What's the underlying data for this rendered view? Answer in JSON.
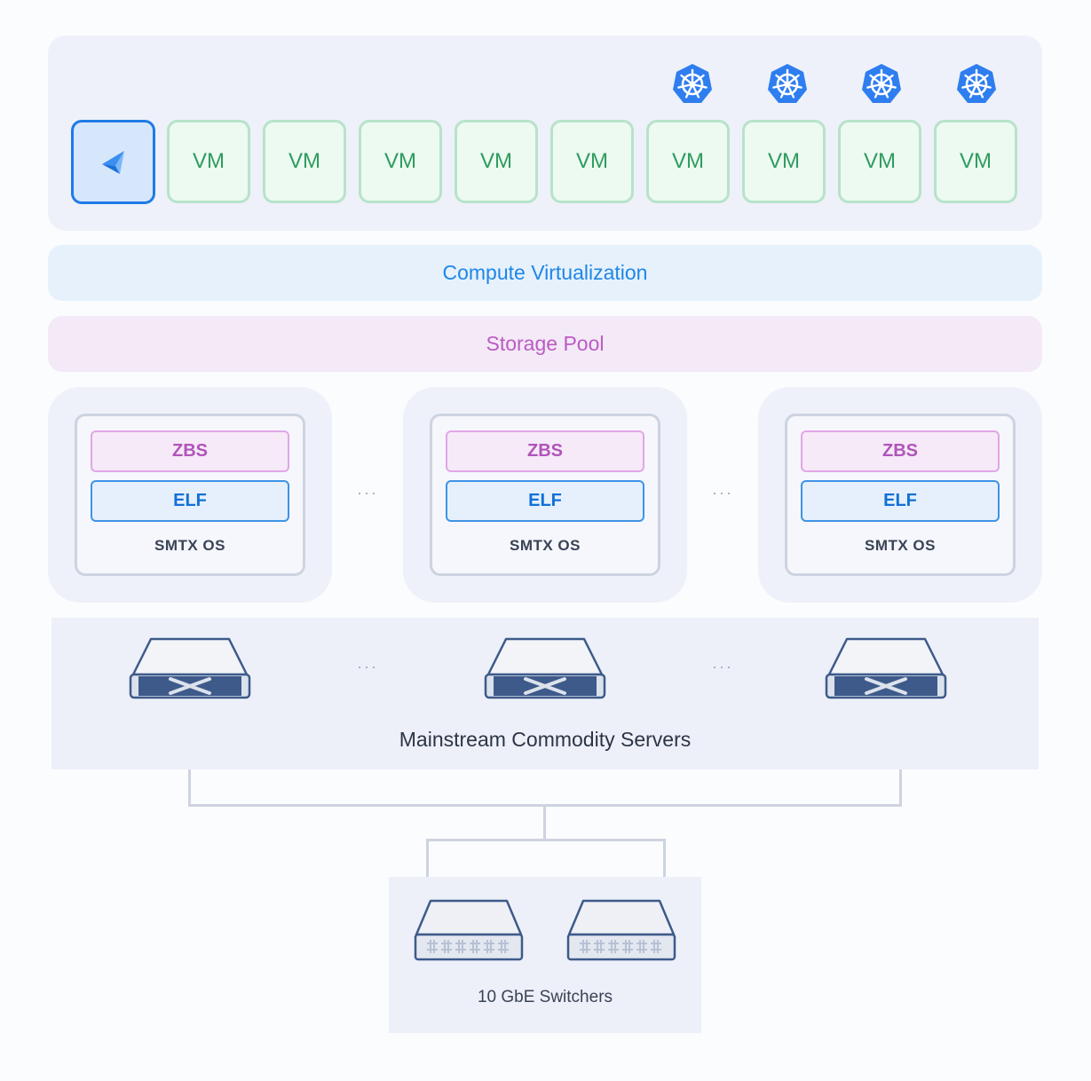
{
  "vm_row": {
    "platform_icon": "cloud-platform-icon",
    "vm_labels": [
      "VM",
      "VM",
      "VM",
      "VM",
      "VM",
      "VM",
      "VM",
      "VM",
      "VM"
    ],
    "kubernetes_icon": "kubernetes-icon"
  },
  "layers": {
    "compute": "Compute Virtualization",
    "storage": "Storage Pool"
  },
  "nodes": [
    {
      "zbs": "ZBS",
      "elf": "ELF",
      "os": "SMTX OS"
    },
    {
      "zbs": "ZBS",
      "elf": "ELF",
      "os": "SMTX OS"
    },
    {
      "zbs": "ZBS",
      "elf": "ELF",
      "os": "SMTX OS"
    }
  ],
  "ellipsis": "···",
  "servers": {
    "label": "Mainstream Commodity Servers",
    "icon": "server-icon"
  },
  "switches": {
    "label": "10 GbE Switchers",
    "icon": "switch-icon"
  },
  "colors": {
    "vm_green": "#2f9b5d",
    "compute_blue": "#1f86e6",
    "storage_purple": "#ba5bc3",
    "elf_blue": "#1170d6",
    "zbs_purple": "#b054b9",
    "kubernetes_blue": "#2f7ef0",
    "server_navy": "#3d5a8a"
  }
}
